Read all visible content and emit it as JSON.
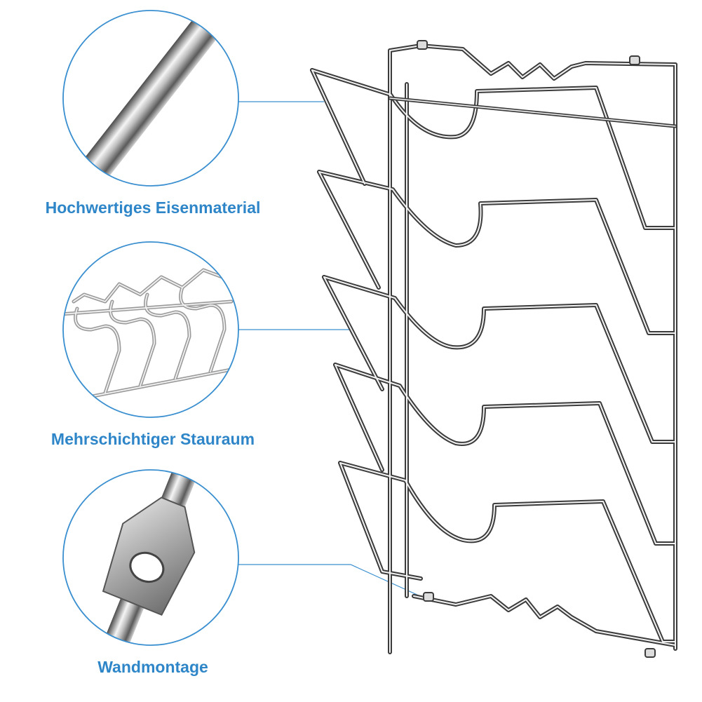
{
  "colors": {
    "label": "#2e86c8",
    "circle_stroke": "#3a8fd0",
    "leader_line": "#3a8fd0",
    "chrome_dark": "#3c3c3c",
    "chrome_mid": "#9a9a9a",
    "chrome_light": "#f2f2f2"
  },
  "features": [
    {
      "label": "Hochwertiges Eisenmaterial",
      "icon": "steel-rod-closeup-icon"
    },
    {
      "label": "Mehrschichtiger Stauraum",
      "icon": "wire-layers-closeup-icon"
    },
    {
      "label": "Wandmontage",
      "icon": "mounting-bracket-closeup-icon"
    }
  ],
  "product": {
    "icon": "pot-lid-rack-icon"
  }
}
